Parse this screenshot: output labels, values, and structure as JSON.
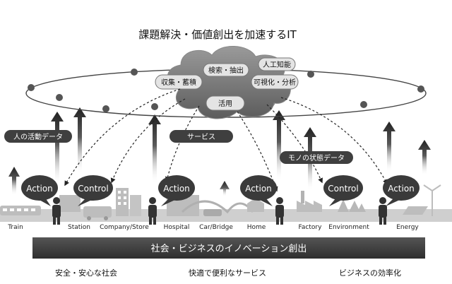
{
  "title": "課題解決・価値創出を加速するIT",
  "cloud_labels": {
    "search": "検索・抽出",
    "ai": "人工知能",
    "collect": "収集・蓄積",
    "visualize": "可視化・分析",
    "utilize": "活用"
  },
  "side_labels": {
    "people_data": "人の活動データ",
    "service": "サービス",
    "thing_data": "モノの状態データ"
  },
  "bubbles": {
    "action1": "Action",
    "control1": "Control",
    "action2": "Action",
    "action3": "Action",
    "control2": "Control",
    "action4": "Action"
  },
  "locations": {
    "train": "Train",
    "station": "Station",
    "company": "Company/Store",
    "hospital": "Hospital",
    "car_bridge": "Car/Bridge",
    "home": "Home",
    "factory": "Factory",
    "environment": "Environment",
    "energy": "Energy"
  },
  "banner": "社会・ビジネスのイノベーション創出",
  "outcomes": {
    "safe": "安全・安心な社会",
    "convenient": "快適で便利なサービス",
    "efficiency": "ビジネスの効率化"
  }
}
